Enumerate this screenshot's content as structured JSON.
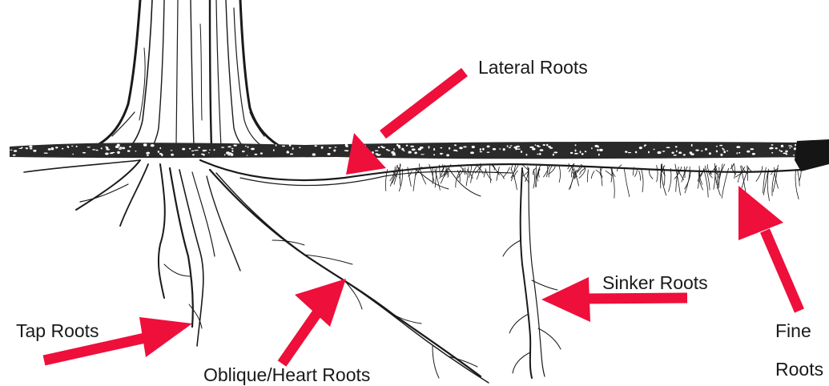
{
  "labels": {
    "lateral": "Lateral Roots",
    "tap": "Tap Roots",
    "oblique": "Oblique/Heart Roots",
    "sinker": "Sinker Roots",
    "fine_line1": "Fine",
    "fine_line2": "Roots"
  },
  "colors": {
    "arrow": "#ee0f3b",
    "ink": "#1a1a1a",
    "background": "#ffffff"
  }
}
